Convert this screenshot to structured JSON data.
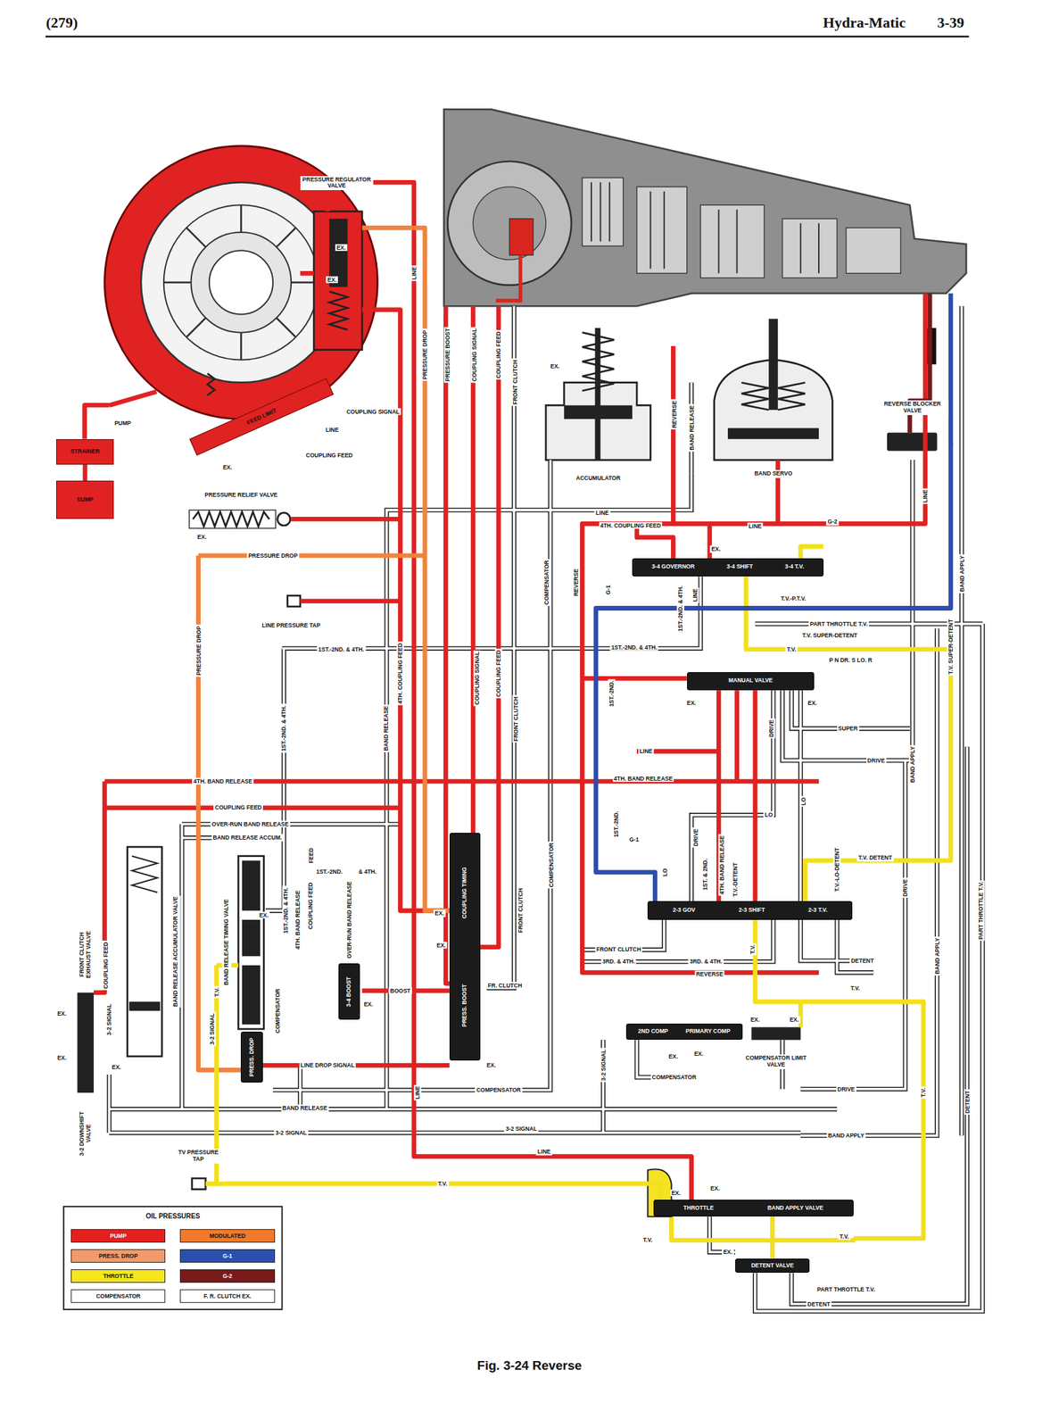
{
  "diagram": {
    "title": "Hydra-Matic",
    "caption": "Fig. 3-24 Reverse",
    "nodes": [
      {
        "text": [
          "PRESSURE REGULATOR VALVE"
        ]
      },
      {
        "text": [
          "FEED LIMIT"
        ]
      },
      {
        "text": [
          "PUMP"
        ]
      },
      {
        "text": [
          "STRAINER"
        ]
      },
      {
        "text": [
          "SUMP"
        ]
      },
      {
        "text": [
          "PRESSURE RELIEF VALVE"
        ]
      },
      {
        "text": [
          "LINE PRESSURE TAP"
        ]
      },
      {
        "text": [
          "ACCUMULATOR"
        ]
      },
      {
        "text": [
          "BAND SERVO"
        ]
      },
      {
        "text": [
          "REVERSE BLOCKER VALVE"
        ]
      },
      {
        "text": [
          "3-4 GOVERNOR",
          "3-4 SHIFT",
          "3-4 T.V."
        ]
      },
      {
        "text": [
          "MANUAL VALVE"
        ]
      },
      {
        "text": [
          "2-3 GOV",
          "2-3 SHIFT",
          "2-3 T.V."
        ]
      },
      {
        "text": [
          "COUPLING TIMING",
          "PRESS. BOOST"
        ]
      },
      {
        "text": [
          "BAND RELEASE TIMING VALVE"
        ]
      },
      {
        "text": [
          "3-4 BOOST"
        ]
      },
      {
        "text": [
          "PRESS. DROP"
        ]
      },
      {
        "text": [
          "BAND RELEASE ACCUMULATOR VALVE"
        ]
      },
      {
        "text": [
          "FRONT CLUTCH EXHAUST VALVE",
          "3-2 DOWNSHIFT VALVE"
        ]
      },
      {
        "text": [
          "2ND COMP",
          "PRIMARY COMP"
        ]
      },
      {
        "text": [
          "COMPENSATOR LIMIT VALVE"
        ]
      },
      {
        "text": [
          "TV PRESSURE TAP"
        ]
      },
      {
        "text": [
          "THROTTLE",
          "BAND APPLY VALVE"
        ]
      },
      {
        "text": [
          "DETENT VALVE"
        ]
      }
    ],
    "edges": [
      {
        "from": 4,
        "to": 3,
        "arrow": "none"
      },
      {
        "from": 3,
        "to": 2,
        "arrow": "none"
      },
      {
        "from": 9,
        "to": 12,
        "arrow": "none"
      },
      {
        "from": 21,
        "to": 22,
        "label": "T.V.",
        "arrow": "none"
      },
      {
        "from": 22,
        "to": 23,
        "arrow": "none"
      }
    ],
    "labels": [
      "(279)",
      "3-39",
      "EX.",
      "EX.",
      "LINE",
      "COUPLING SIGNAL",
      "LINE",
      "COUPLING FEED",
      "EX.",
      "PRESSURE DROP",
      "PRESSURE BOOST",
      "COUPLING SIGNAL",
      "COUPLING FEED",
      "FRONT CLUTCH",
      "EX.",
      "REVERSE",
      "BAND RELEASE",
      "LINE",
      "EX.",
      "PRESSURE DROP",
      "LINE",
      "4TH. COUPLING FEED",
      "LINE",
      "G-2",
      "EX.",
      "T.V.-P.T.V.",
      "G-1",
      "1ST.-2ND. & 4TH.",
      "LINE",
      "PART THROTTLE T.V.",
      "T.V. SUPER-DETENT",
      "T.V.",
      "1ST.-2ND. & 4TH.",
      "1ST.-2ND. & 4TH.",
      "PRESSURE DROP",
      "COMPENSATOR",
      "REVERSE",
      "1ST.-2ND. & 4TH.",
      "BAND RELEASE",
      "4TH. COUPLING FEED",
      "COUPLING SIGNAL",
      "COUPLING FEED",
      "FRONT CLUTCH",
      "1ST.-2ND.",
      "P N DR. S LO. R",
      "EX.",
      "EX.",
      "SUPER",
      "DRIVE",
      "LINE",
      "DRIVE",
      "4TH. BAND RELEASE",
      "4TH. BAND RELEASE",
      "COUPLING FEED",
      "OVER-RUN BAND RELEASE",
      "BAND RELEASE ACCUM.",
      "FEED",
      "1ST.-2ND.",
      "& 4TH.",
      "1ST.-2ND. & 4TH.",
      "4TH. BAND RELEASE",
      "COUPLING FEED",
      "OVER-RUN BAND RELEASE",
      "EX.",
      "LO",
      "T.V. DETENT",
      "T.V.-LO-DETENT",
      "T.V.-DETENT",
      "1ST.-2ND.",
      "G-1",
      "LO",
      "DRIVE",
      "1ST. & 2ND.",
      "4TH. BAND RELEASE",
      "LO",
      "T.V.",
      "DETENT",
      "FRONT CLUTCH",
      "3RD. & 4TH.",
      "3RD. & 4TH.",
      "REVERSE",
      "FR. CLUTCH",
      "T.V.",
      "EX.",
      "EX.",
      "EX.",
      "BOOST",
      "EX.",
      "LINE DROP SIGNAL",
      "COMPENSATOR",
      "3-2 SIGNAL",
      "EX.",
      "3-2 SIGNAL",
      "EX.",
      "EX.",
      "BAND RELEASE",
      "3-2 SIGNAL",
      "3-2 SIGNAL",
      "COMPENSATOR",
      "COMPENSATOR",
      "3-2 SIGNAL",
      "LINE",
      "LINE",
      "EX.",
      "EX.",
      "EX.",
      "EX.",
      "DRIVE",
      "BAND APPLY",
      "DRIVE",
      "BAND APPLY",
      "T.V.",
      "DETENT",
      "PART THROTTLE T.V.",
      "T.V. SUPER-DETENT",
      "BAND APPLY",
      "BAND APPLY",
      "EX.",
      "EX.",
      "T.V.",
      "T.V.",
      "EX.",
      "PART THROTTLE T.V.",
      "DETENT",
      "OIL PRESSURES",
      "FRONT CLUTCH",
      "COMPENSATOR",
      "COUPLING FEED",
      "T.V."
    ],
    "legend": [
      {
        "text": "PUMP",
        "color": "#e4201f"
      },
      {
        "text": "MODULATED",
        "color": "#f07a2a"
      },
      {
        "text": "PRESS. DROP",
        "color": "#f29a6a"
      },
      {
        "text": "G-1",
        "color": "#2a4fb0"
      },
      {
        "text": "THROTTLE",
        "color": "#f5e61e"
      },
      {
        "text": "G-2",
        "color": "#7a1a1a"
      },
      {
        "text": "COMPENSATOR",
        "color": "#ffffff"
      },
      {
        "text": "F. R. CLUTCH EX.",
        "color": "#ffffff"
      }
    ]
  }
}
